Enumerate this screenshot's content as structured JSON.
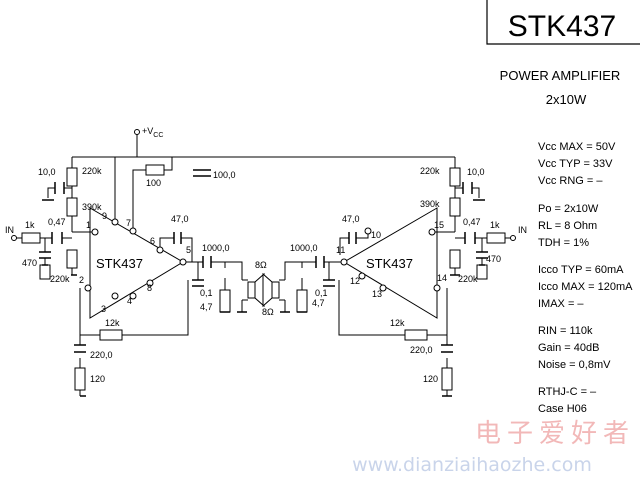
{
  "title": "STK437",
  "subtitle": "POWER AMPLIFIER",
  "subtitle2": "2x10W",
  "specs": [
    {
      "label": "Vcc MAX = 50V"
    },
    {
      "label": "Vcc TYP = 33V"
    },
    {
      "label": "Vcc RNG = –"
    },
    {
      "label": "Po   = 2x10W"
    },
    {
      "label": "RL  = 8 Ohm"
    },
    {
      "label": "TDH = 1%"
    },
    {
      "label": "Icco TYP = 60mA"
    },
    {
      "label": "Icco MAX = 120mA"
    },
    {
      "label": "IMAX  = –"
    },
    {
      "label": "RIN  = 110k"
    },
    {
      "label": "Gain  = 40dB"
    },
    {
      "label": "Noise = 0,8mV"
    },
    {
      "label": "RTHJ-C = –"
    },
    {
      "label": "Case  H06"
    }
  ],
  "schematic": {
    "vcc": "+V",
    "vcc_sub": "CC",
    "chip_label_left": "STK437",
    "chip_label_right": "STK437",
    "left": {
      "in": "IN",
      "r_in": "1k",
      "c_in": "0,47",
      "r_470": "470",
      "r_220k_in": "220k",
      "c_10": "10,0",
      "r_220k_top": "220k",
      "r_390k": "390k",
      "r_100": "100",
      "c_100": "100,0",
      "c_fb": "47,0",
      "c_out": "1000,0",
      "c_01": "0,1",
      "r_47": "4,7",
      "spk": "8Ω",
      "r_12k": "12k",
      "c_220": "220,0",
      "r_120": "120",
      "pins": [
        "1",
        "2",
        "3",
        "4",
        "5",
        "6",
        "7",
        "8",
        "9"
      ]
    },
    "right": {
      "in": "IN",
      "r_in": "1k",
      "c_in": "0,47",
      "r_470": "470",
      "r_220k_in": "220k",
      "c_10": "10,0",
      "r_220k_top": "220k",
      "r_390k": "390k",
      "c_fb": "47,0",
      "c_out": "1000,0",
      "c_01": "0,1",
      "r_47": "4,7",
      "spk": "8Ω",
      "r_12k": "12k",
      "c_220": "220,0",
      "r_120": "120",
      "pins": [
        "10",
        "11",
        "12",
        "13",
        "14",
        "15"
      ]
    }
  },
  "watermark_cn": "电子爱好者",
  "watermark_url": "www.dianziaihaozhe.com"
}
